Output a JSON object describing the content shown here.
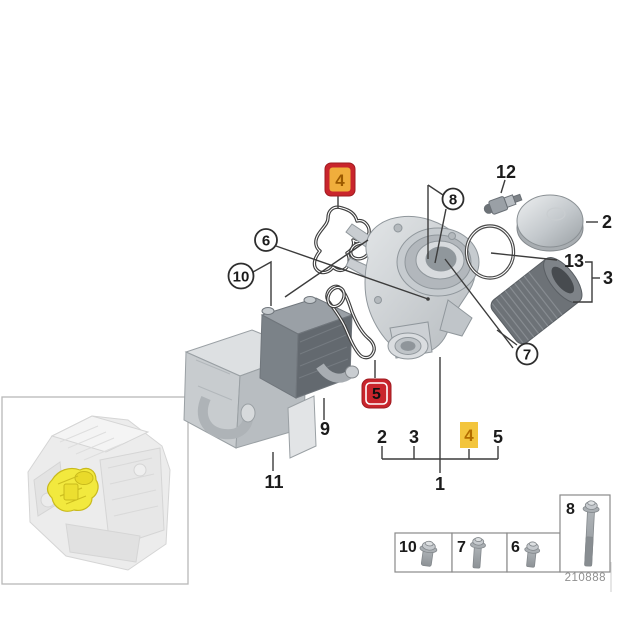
{
  "diagram": {
    "drawing_number": "210888",
    "colors": {
      "badge_red": "#c9252c",
      "badge_amber": "#f0ae3c",
      "highlight_yellow": "#f3c53d",
      "engine_highlight_yellow": "#f2e93e"
    },
    "callouts": {
      "plain": {
        "p12": "12",
        "p2": "2",
        "p13": "13",
        "p3": "3",
        "p9": "9",
        "p11": "11",
        "p1": "1"
      },
      "circled": {
        "c8": "8",
        "c6": "6",
        "c10": "10",
        "c7": "7"
      },
      "badges": {
        "red4": "4",
        "red5": "5",
        "yellow4": "4"
      },
      "bracket": {
        "b2": "2",
        "b3": "3",
        "b4": "4",
        "b5": "5"
      }
    },
    "fastener_legend": {
      "f10": "10",
      "f7": "7",
      "f6": "6",
      "f8": "8"
    },
    "icons": {
      "parts": [
        "profile-gasket",
        "oil-cooler-gasket",
        "oil-filter-housing",
        "oil-pressure-switch",
        "filter-cap",
        "o-ring",
        "oil-filter-element",
        "oil-cooler",
        "cooler-cover",
        "engine-location-thumbnail",
        "bolt"
      ]
    }
  }
}
